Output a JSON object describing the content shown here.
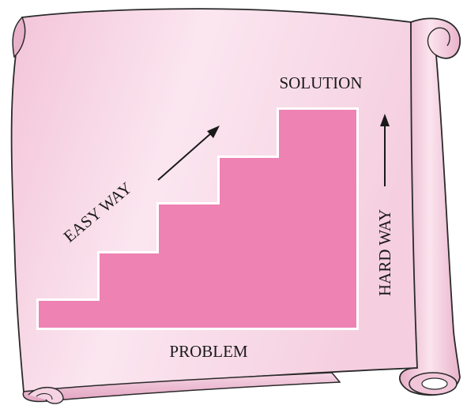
{
  "labels": {
    "solution": "SOLUTION",
    "problem": "PROBLEM",
    "easy_way": "EASY WAY",
    "hard_way": "HARD WAY"
  },
  "colors": {
    "scroll_light": "#fbe9f2",
    "scroll_mid": "#f4c9dc",
    "scroll_dark": "#e3a6c2",
    "stairs": "#ee82b3",
    "outline": "#2a2a2a",
    "text": "#1a1a1a"
  }
}
